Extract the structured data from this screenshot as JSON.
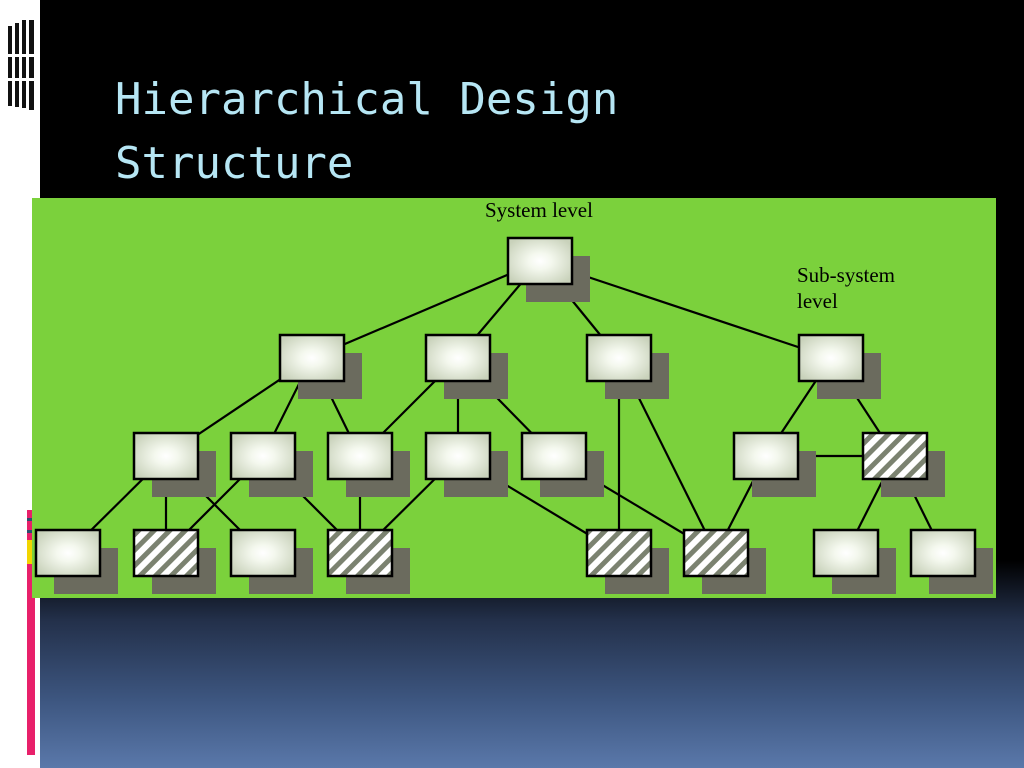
{
  "slide": {
    "title_line1": "Hierarchical Design",
    "title_line2": "Structure"
  },
  "diagram": {
    "label_system": "System level",
    "label_subsystem": "Sub-system level",
    "colors": {
      "background": "#7bd13c",
      "module_fill": "#f4f8ee",
      "shadow": "#6b6b5e",
      "hatch": "#7b8270"
    }
  }
}
